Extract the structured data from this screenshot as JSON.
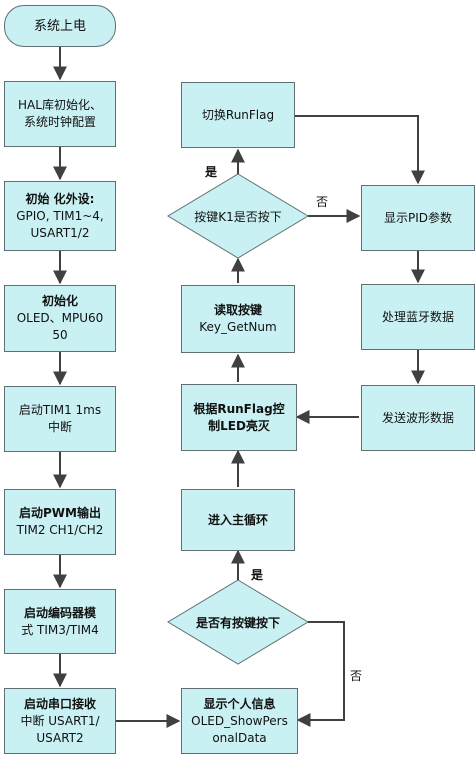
{
  "nodes": {
    "start": "系统上电",
    "hal": [
      "HAL库初始化、",
      "系统时钟配置"
    ],
    "periph": [
      "初始 化外设:",
      "GPIO, TIM1~4,",
      "USART1/2"
    ],
    "oled_init": [
      "初始化",
      "OLED、MPU60",
      "50"
    ],
    "tim1": [
      "启动TIM1 1ms",
      "中断"
    ],
    "pwm": [
      "启动PWM输出",
      "TIM2 CH1/CH2"
    ],
    "encoder": [
      "启动编码器模",
      "式 TIM3/TIM4"
    ],
    "uart": [
      "启动串口接收",
      "中断 USART1/",
      "USART2"
    ],
    "show_info": [
      "显示个人信息",
      "OLED_ShowPers",
      "onalData"
    ],
    "key_any": "是否有按键按下",
    "main_loop": "进入主循环",
    "led": [
      "根据RunFlag控",
      "制LED亮灭"
    ],
    "read_key": [
      "读取按键",
      "Key_GetNum"
    ],
    "key1": "按键K1是否按下",
    "toggle": "切换RunFlag",
    "show_pid": "显示PID参数",
    "bluetooth": "处理蓝牙数据",
    "waveform": "发送波形数据"
  },
  "edge_labels": {
    "yes_key1": "是",
    "no_key1": "否",
    "yes_key_any": "是",
    "no_key_any": "否"
  },
  "colors": {
    "node_fill": "#c9f1f3",
    "node_border": "#5f6f72",
    "arrow": "#404040"
  }
}
